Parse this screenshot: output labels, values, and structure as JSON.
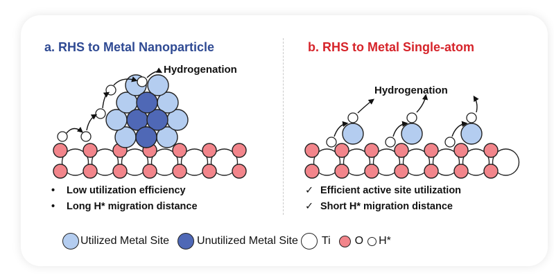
{
  "panel_a": {
    "title": "a. RHS to Metal Nanoparticle",
    "hydrogenation_label": "Hydrogenation",
    "bullets": [
      "Low utilization efficiency",
      "Long H* migration distance"
    ],
    "bullet_marker": "•"
  },
  "panel_b": {
    "title": "b. RHS to Metal Single-atom",
    "hydrogenation_label": "Hydrogenation",
    "bullets": [
      "Efficient active site utilization",
      "Short H* migration distance"
    ],
    "bullet_marker": "✓"
  },
  "legend": {
    "utilized": "Utilized Metal Site",
    "unutilized": "Unutilized Metal Site",
    "ti": "Ti",
    "o": "O",
    "h": "H*"
  },
  "colors": {
    "utilized": "#b4cdf0",
    "unutilized": "#4f68b6",
    "ti": "#ffffff",
    "o": "#f2858b",
    "title_a": "#2f4a93",
    "title_b": "#d6242a"
  }
}
